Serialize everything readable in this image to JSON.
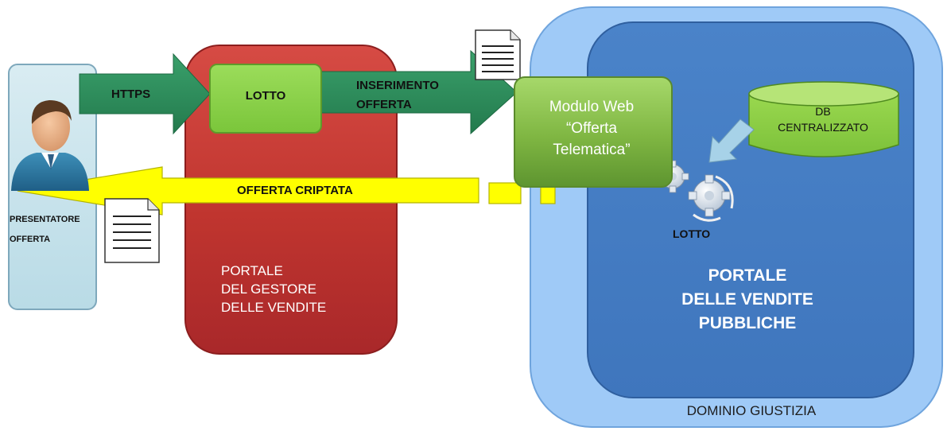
{
  "presenter": {
    "label": "PRESENTATORE OFFERTA"
  },
  "gestore": {
    "lines": [
      "PORTALE",
      "DEL GESTORE",
      "DELLE VENDITE"
    ],
    "lotto": "LOTTO"
  },
  "arrows": {
    "https": "HTTPS",
    "inserimento": [
      "INSERIMENTO",
      "OFFERTA"
    ],
    "criptata": "OFFERTA CRIPTATA"
  },
  "modulo": {
    "lines": [
      "Modulo Web",
      "“Offerta",
      "Telematica”"
    ]
  },
  "db": {
    "lines": [
      "DB",
      "CENTRALIZZATO"
    ]
  },
  "gears": {
    "label": "LOTTO"
  },
  "portal_pubbliche": {
    "lines": [
      "PORTALE",
      "DELLE VENDITE",
      "PUBBLICHE"
    ]
  },
  "domain": {
    "label": "DOMINIO GIUSTIZIA"
  },
  "colors": {
    "gestore_red": "#c0352f",
    "domain_light_blue": "#9fcaf7",
    "domain_dark_blue": "#4a83c9",
    "green_arrow": "#2f8a5c",
    "module_green": "#7fb642",
    "yellow_arrow": "#ffff00"
  },
  "icons": [
    "user-avatar-icon",
    "document-icon",
    "database-icon",
    "gears-icon"
  ]
}
